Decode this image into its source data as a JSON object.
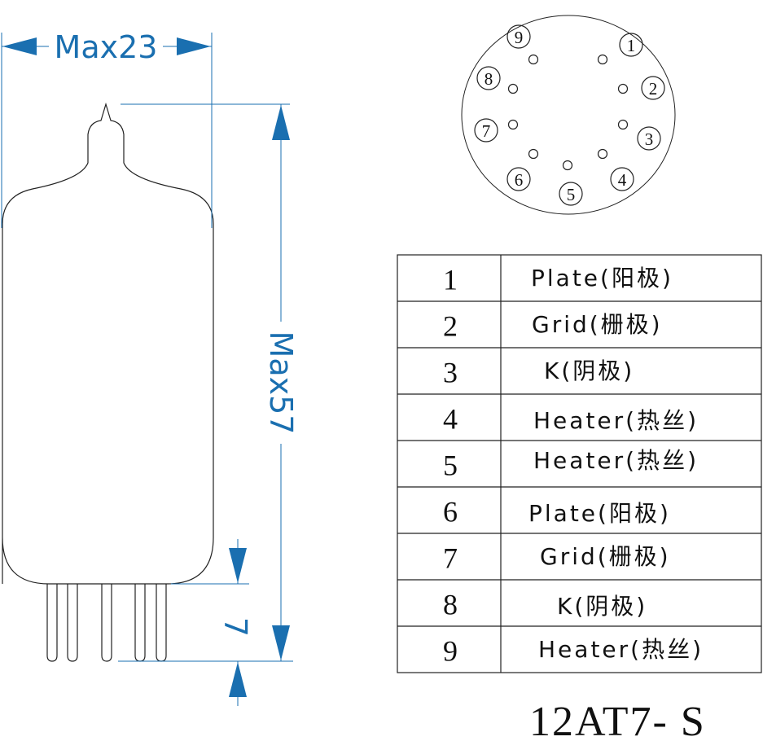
{
  "dimensions": {
    "width": "Max23",
    "height": "Max57",
    "pin_length": "7"
  },
  "pin_diagram": {
    "labels": [
      "1",
      "2",
      "3",
      "4",
      "5",
      "6",
      "7",
      "8",
      "9"
    ]
  },
  "pin_table": {
    "rows": [
      {
        "pin": "1",
        "function": "Plate(阳极)"
      },
      {
        "pin": "2",
        "function": "Grid(栅极)"
      },
      {
        "pin": "3",
        "function": "K(阴极)"
      },
      {
        "pin": "4",
        "function": "Heater(热丝)"
      },
      {
        "pin": "5",
        "function": "Heater(热丝)"
      },
      {
        "pin": "6",
        "function": "Plate(阳极)"
      },
      {
        "pin": "7",
        "function": "Grid(栅极)"
      },
      {
        "pin": "8",
        "function": "K(阴极)"
      },
      {
        "pin": "9",
        "function": "Heater(热丝)"
      }
    ]
  },
  "model": "12AT7- S",
  "colors": {
    "dimension": "#1a6fb0",
    "outline": "#222222"
  }
}
